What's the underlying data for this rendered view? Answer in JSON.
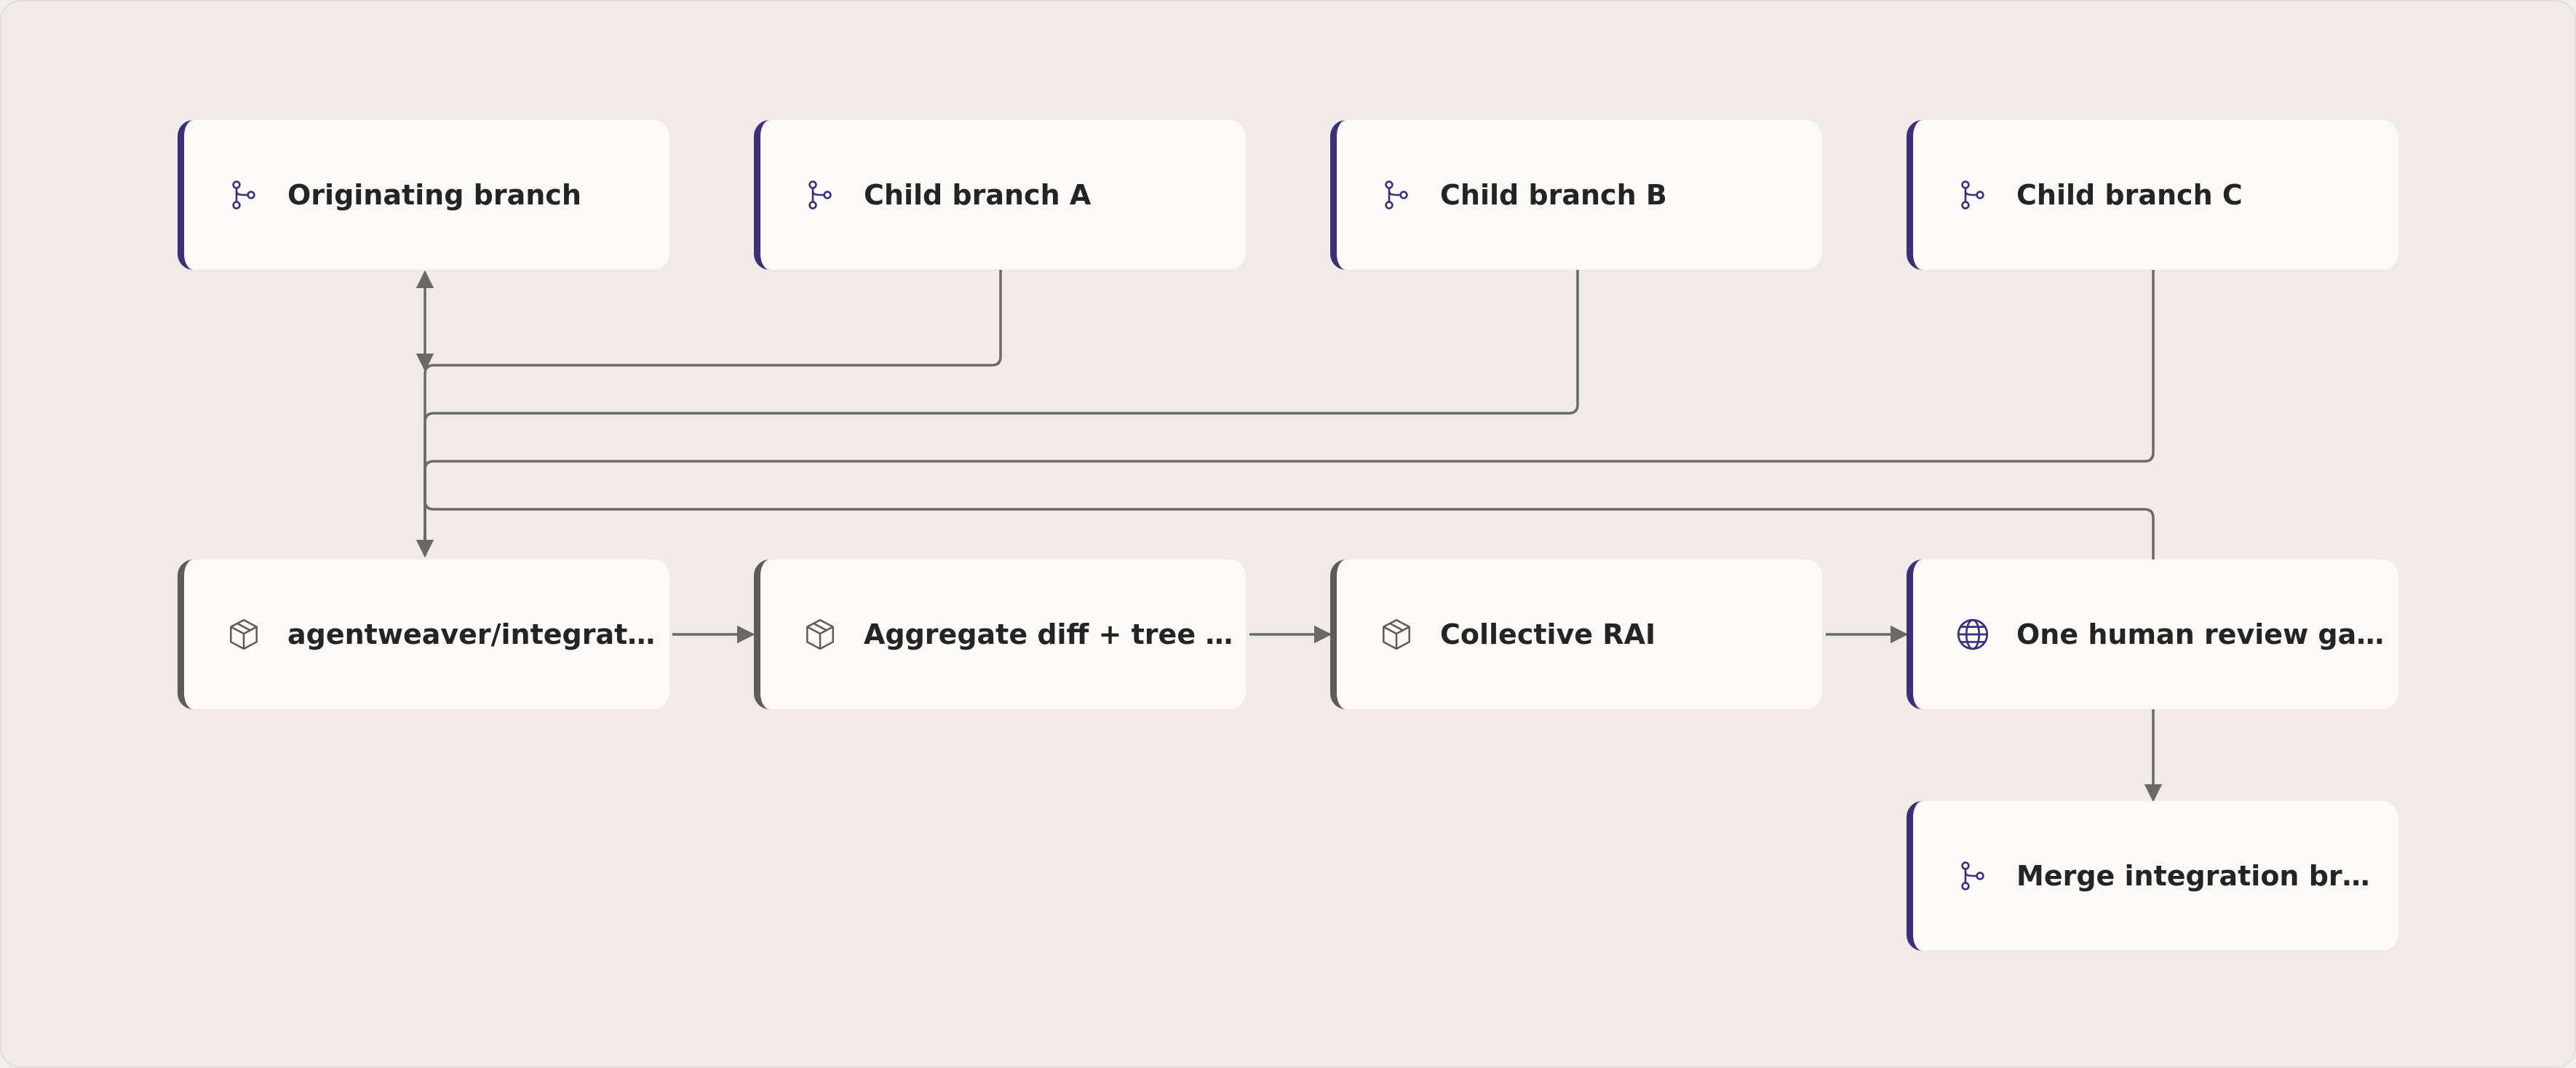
{
  "colors": {
    "branch_accent": "#3b2f7d",
    "step_accent": "#5e5b59",
    "connector": "#6b6866",
    "node_fill": "#fbfaf8",
    "background": "#f0ebe9"
  },
  "nodes": [
    {
      "id": "originating",
      "label": "Originating branch",
      "kind": "branch",
      "icon": "git-branch-icon"
    },
    {
      "id": "child-a",
      "label": "Child branch A",
      "kind": "branch",
      "icon": "git-branch-icon"
    },
    {
      "id": "child-b",
      "label": "Child branch B",
      "kind": "branch",
      "icon": "git-branch-icon"
    },
    {
      "id": "child-c",
      "label": "Child branch C",
      "kind": "branch",
      "icon": "git-branch-icon"
    },
    {
      "id": "integration",
      "label": "agentweaver/integration/...",
      "kind": "step",
      "icon": "package-icon"
    },
    {
      "id": "aggregate",
      "label": "Aggregate diff + tree hash",
      "kind": "step",
      "icon": "package-icon"
    },
    {
      "id": "rai",
      "label": "Collective RAI",
      "kind": "step",
      "icon": "package-icon"
    },
    {
      "id": "review",
      "label": "One human review gate",
      "kind": "branch",
      "icon": "globe-icon"
    },
    {
      "id": "merge",
      "label": "Merge integration branch",
      "kind": "branch",
      "icon": "git-branch-icon"
    }
  ],
  "edges": [
    {
      "from": "integration",
      "to": "originating"
    },
    {
      "from": "child-a",
      "to": "integration"
    },
    {
      "from": "child-b",
      "to": "integration"
    },
    {
      "from": "child-c",
      "to": "integration"
    },
    {
      "from": "review",
      "to": "integration"
    },
    {
      "from": "integration",
      "to": "aggregate"
    },
    {
      "from": "aggregate",
      "to": "rai"
    },
    {
      "from": "rai",
      "to": "review"
    },
    {
      "from": "review",
      "to": "merge"
    }
  ]
}
